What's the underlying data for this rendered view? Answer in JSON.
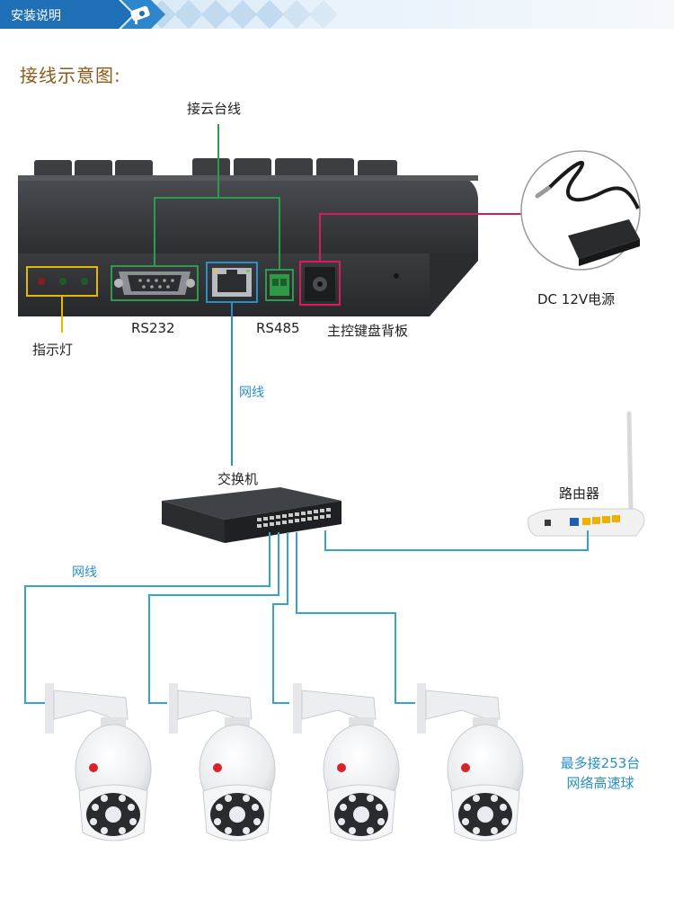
{
  "header": {
    "tab_label": "安装说明"
  },
  "title": "接线示意图:",
  "labels": {
    "ptz_cable": "接云台线",
    "power": "DC 12V电源",
    "rs232": "RS232",
    "rs485": "RS485",
    "keyboard_back": "主控键盘背板",
    "indicator": "指示灯",
    "net_cable_top": "网线",
    "switch": "交换机",
    "router": "路由器",
    "net_cable_left": "网线",
    "note_line1": "最多接253台",
    "note_line2": "网络高速球"
  },
  "colors": {
    "tab": "#1f6fb6",
    "title": "#8b5a1a",
    "green_line": "#2e9a4a",
    "pink_line": "#d81b60",
    "yellow_line": "#e8b800",
    "blue_line": "#2a8fc7",
    "network_line": "#3aa0d0"
  }
}
